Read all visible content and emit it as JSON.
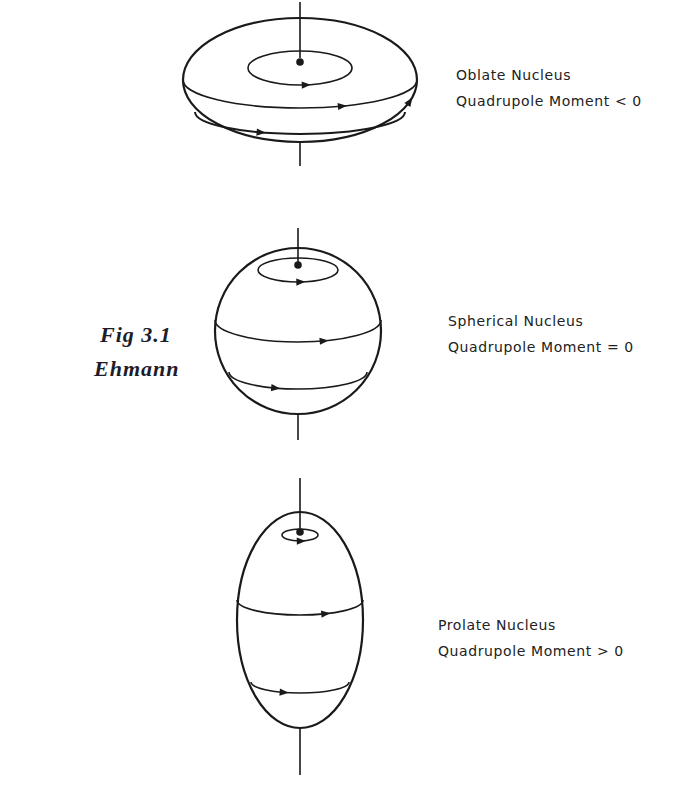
{
  "diagram": {
    "labels": [
      "Oblate Nucleus",
      "Quadrupole Moment < 0",
      "Spherical Nucleus",
      "Quadrupole Moment = 0",
      "Prolate Nucleus",
      "Quadrupole Moment > 0",
      "Fig 3.1",
      "Ehmann"
    ]
  }
}
